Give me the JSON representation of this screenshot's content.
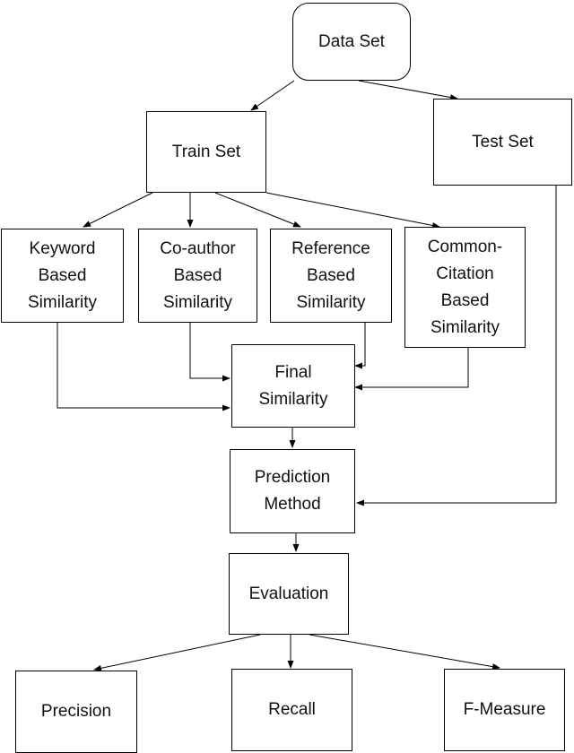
{
  "diagram": {
    "nodes": {
      "data_set": "Data Set",
      "train_set": "Train Set",
      "test_set": "Test Set",
      "keyword": "Keyword\nBased\nSimilarity",
      "coauthor": "Co-author\nBased\nSimilarity",
      "reference": "Reference\nBased\nSimilarity",
      "common_citation": "Common-\nCitation\nBased\nSimilarity",
      "final_similarity": "Final\nSimilarity",
      "prediction_method": "Prediction\nMethod",
      "evaluation": "Evaluation",
      "precision": "Precision",
      "recall": "Recall",
      "f_measure": "F-Measure"
    },
    "edges": [
      [
        "data_set",
        "train_set"
      ],
      [
        "data_set",
        "test_set"
      ],
      [
        "train_set",
        "keyword"
      ],
      [
        "train_set",
        "coauthor"
      ],
      [
        "train_set",
        "reference"
      ],
      [
        "train_set",
        "common_citation"
      ],
      [
        "keyword",
        "final_similarity"
      ],
      [
        "coauthor",
        "final_similarity"
      ],
      [
        "reference",
        "final_similarity"
      ],
      [
        "common_citation",
        "final_similarity"
      ],
      [
        "final_similarity",
        "prediction_method"
      ],
      [
        "test_set",
        "prediction_method"
      ],
      [
        "prediction_method",
        "evaluation"
      ],
      [
        "evaluation",
        "precision"
      ],
      [
        "evaluation",
        "recall"
      ],
      [
        "evaluation",
        "f_measure"
      ]
    ]
  }
}
